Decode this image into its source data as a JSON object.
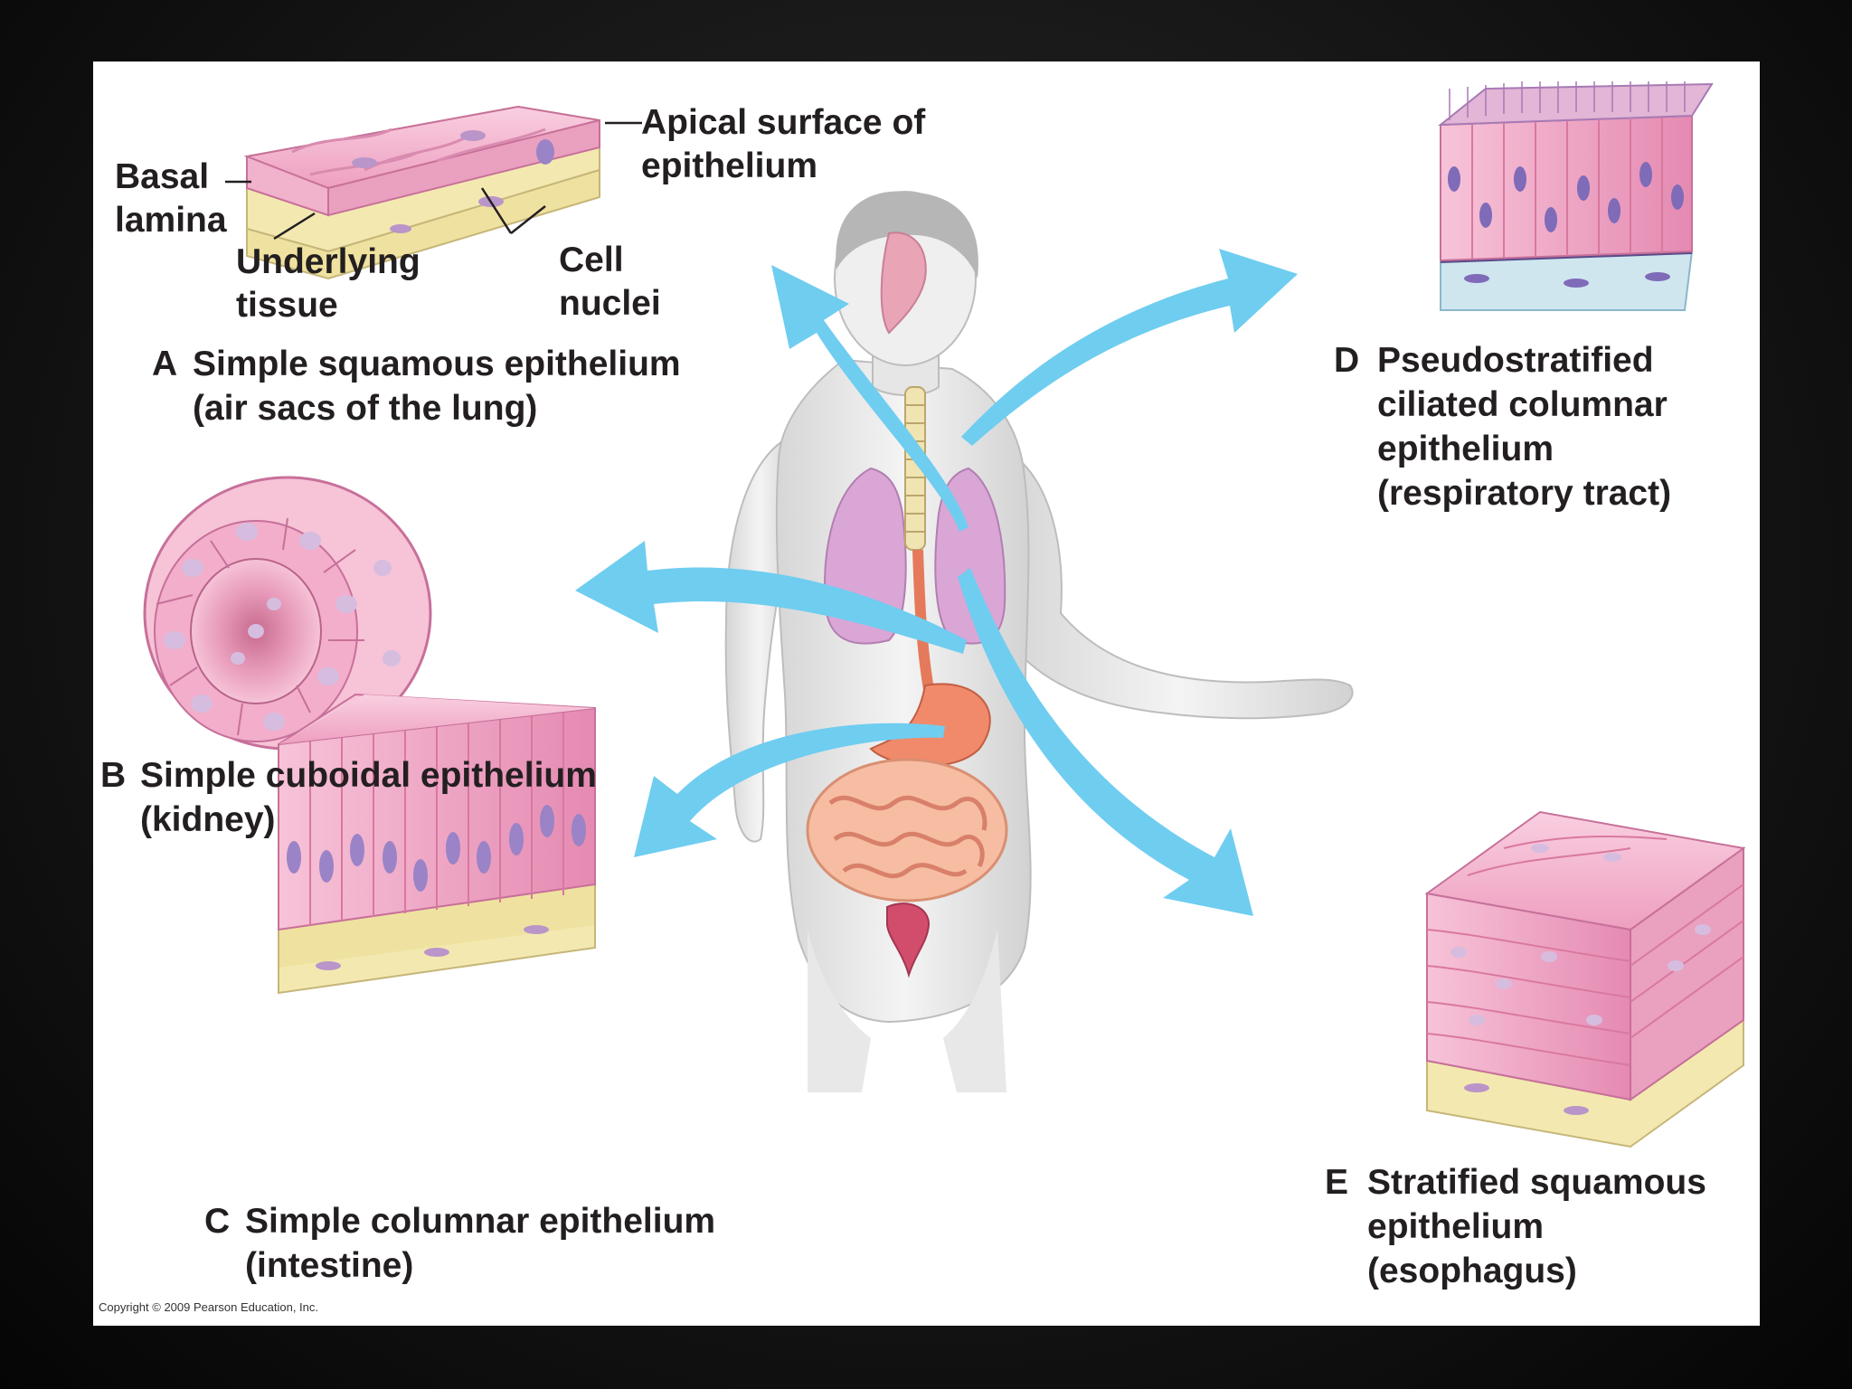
{
  "labels": {
    "basal_1": "Basal",
    "basal_2": "lamina",
    "apical_1": "Apical surface of",
    "apical_2": "epithelium",
    "underlying_1": "Underlying",
    "underlying_2": "tissue",
    "cell_nuclei_1": "Cell",
    "cell_nuclei_2": "nuclei"
  },
  "panels": [
    {
      "letter": "A",
      "line1": "Simple squamous epithelium",
      "line2": "(air sacs of the lung)"
    },
    {
      "letter": "B",
      "line1": "Simple cuboidal epithelium",
      "line2": "(kidney)"
    },
    {
      "letter": "C",
      "line1": "Simple columnar epithelium",
      "line2": "(intestine)"
    },
    {
      "letter": "D",
      "line1": "Pseudostratified",
      "line2": "ciliated columnar",
      "line3": "epithelium",
      "line4": "(respiratory tract)"
    },
    {
      "letter": "E",
      "line1": "Stratified squamous",
      "line2": "epithelium",
      "line3": "(esophagus)"
    }
  ],
  "copyright": "Copyright © 2009 Pearson Education, Inc.",
  "colors": {
    "letter_accent": "#f4a13a",
    "arrow": "#6fcdf0",
    "tissue_pink": "#f4b6cf",
    "nucleus": "#9a83c6",
    "basal_yellow": "#f1e7a6",
    "lung": "#d9a6d6",
    "gut": "#f2a486"
  }
}
